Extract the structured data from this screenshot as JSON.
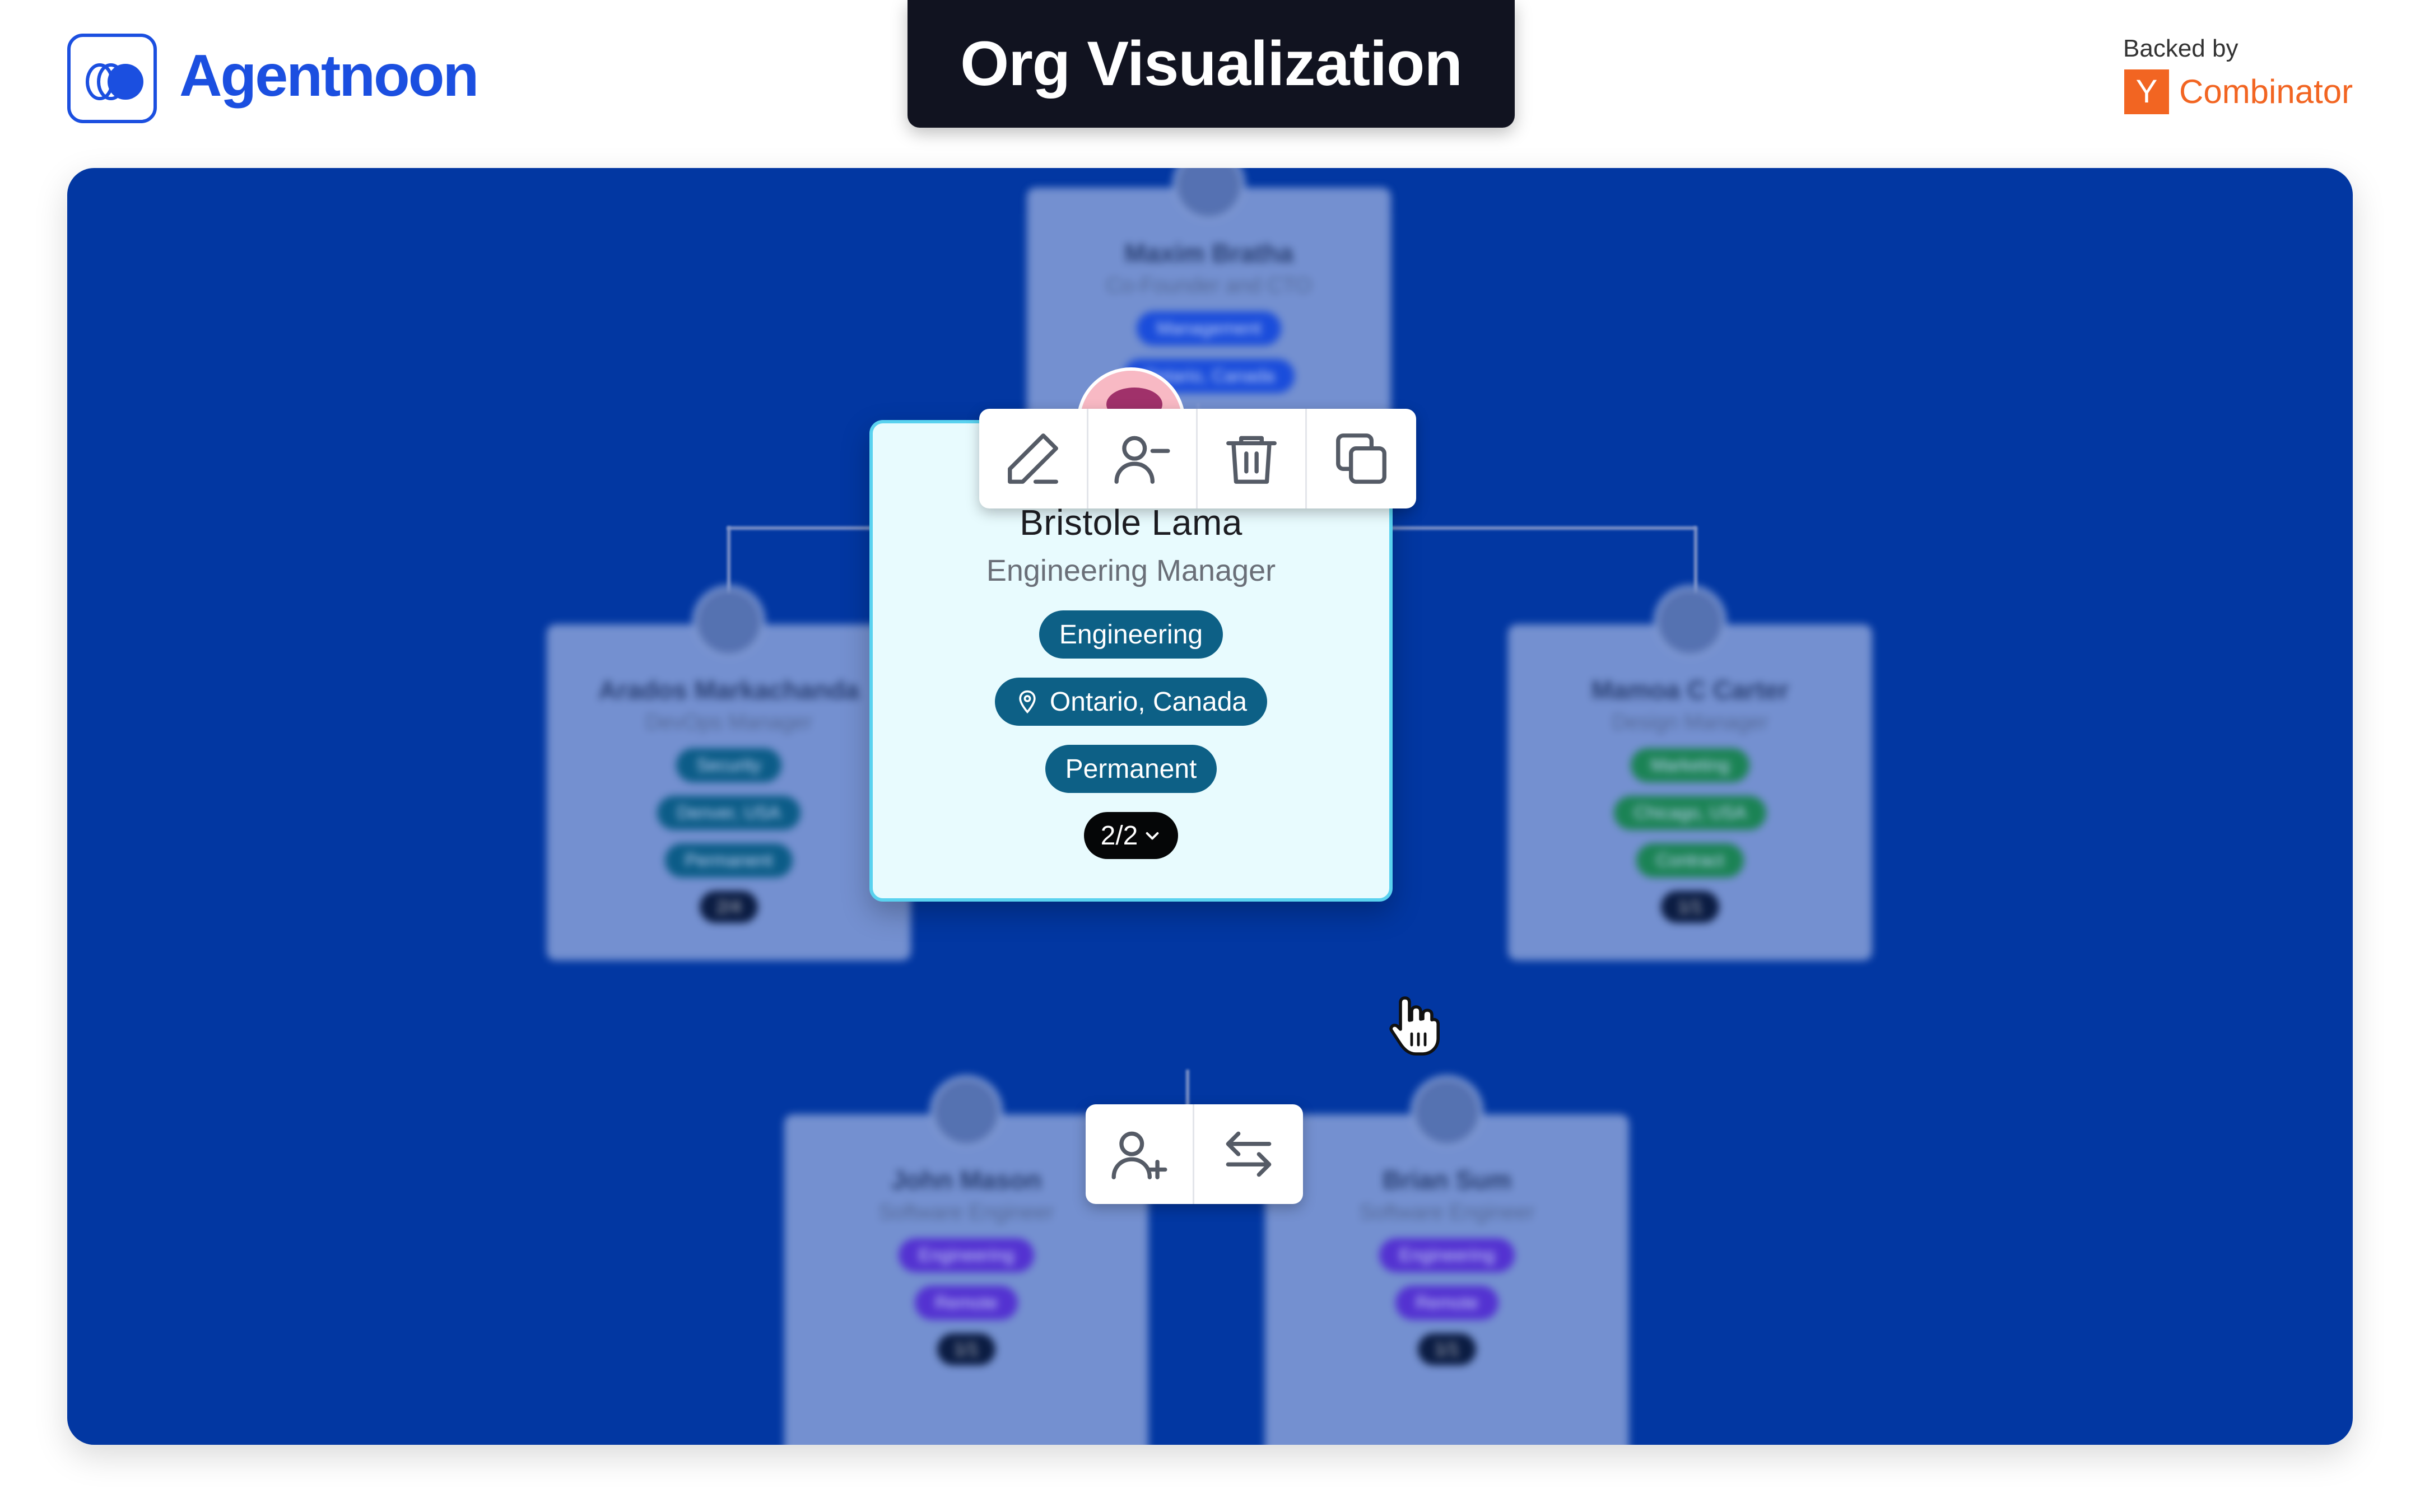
{
  "header": {
    "brand": "Agentnoon",
    "title": "Org Visualization",
    "backed_by": "Backed by",
    "yc_letter": "Y",
    "yc_name": "Combinator"
  },
  "colors": {
    "brand": "#1b4fe0",
    "canvas": "#0237a2",
    "chip": "#0d6086",
    "yc": "#f26522"
  },
  "toolbar_top": {
    "buttons": [
      "edit-icon",
      "remove-user-icon",
      "trash-icon",
      "copy-icon"
    ]
  },
  "toolbar_bottom": {
    "buttons": [
      "add-user-icon",
      "swap-icon"
    ]
  },
  "focus_card": {
    "name": "Bristole Lama",
    "role": "Engineering Manager",
    "department": "Engineering",
    "location": "Ontario, Canada",
    "employment": "Permanent",
    "count": "2/2"
  },
  "background_cards": [
    {
      "name": "Maxim Bratha",
      "role": "Co-Founder and CTO",
      "chips": [
        "Management",
        "Ontario, Canada"
      ]
    },
    {
      "name": "Arados Markachanda",
      "role": "DevOps Manager",
      "chips": [
        "Security",
        "Denver, USA",
        "Permanent"
      ],
      "count": "2/4"
    },
    {
      "name": "Mamoa C Carter",
      "role": "Design Manager",
      "chips": [
        "Marketing",
        "Chicago, USA",
        "Contract"
      ],
      "count": "1/1"
    },
    {
      "name": "John Mason",
      "role": "Software Engineer",
      "chips": [
        "Engineering",
        "Remote"
      ],
      "count": "1/1"
    },
    {
      "name": "Brian Sum",
      "role": "Software Engineer",
      "chips": [
        "Engineering",
        "Remote"
      ],
      "count": "1/1"
    }
  ]
}
